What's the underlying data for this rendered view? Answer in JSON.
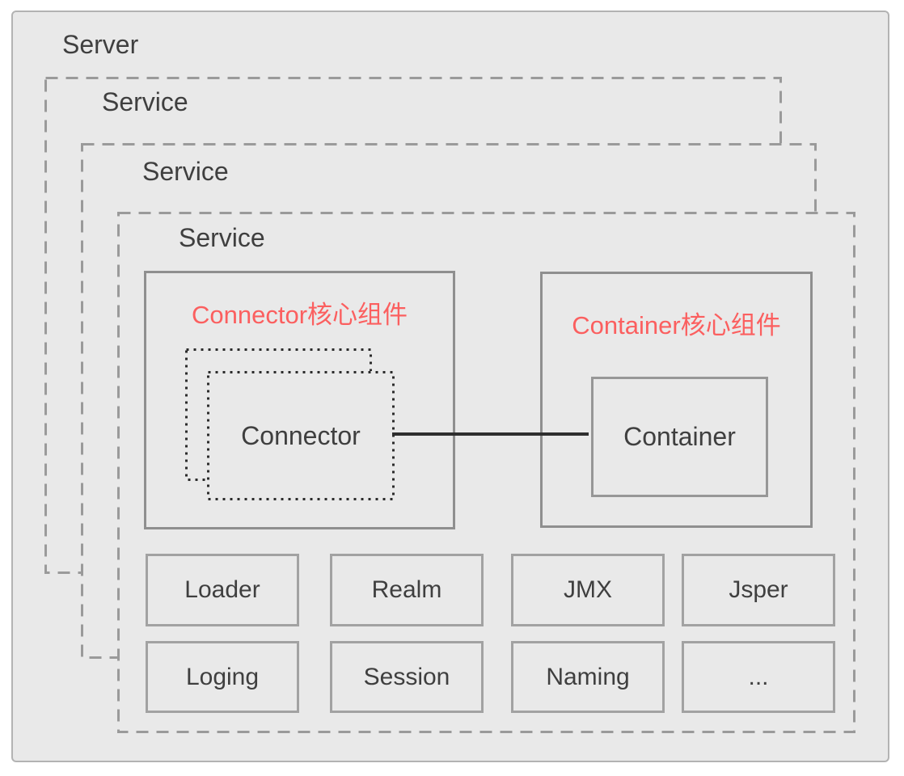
{
  "server": {
    "label": "Server"
  },
  "services": [
    "Service",
    "Service",
    "Service"
  ],
  "connector_group": {
    "title": "Connector核心组件",
    "component": "Connector"
  },
  "container_group": {
    "title": "Container核心组件",
    "component": "Container"
  },
  "components": {
    "row1": [
      "Loader",
      "Realm",
      "JMX",
      "Jsper"
    ],
    "row2": [
      "Loging",
      "Session",
      "Naming",
      "..."
    ]
  },
  "colors": {
    "panel_fill": "#e9e9e9",
    "server_border": "#b3b3b3",
    "dashed_gray": "#9a9a9a",
    "group_border": "#8f8f8f",
    "comp_border": "#a2a2a2",
    "inner_border": "#979797",
    "dotted_dark": "#2b2b2b",
    "line_dark": "#2e2e2e",
    "accent_red": "#fb5f5f",
    "text_dark": "#3f3f3f"
  }
}
